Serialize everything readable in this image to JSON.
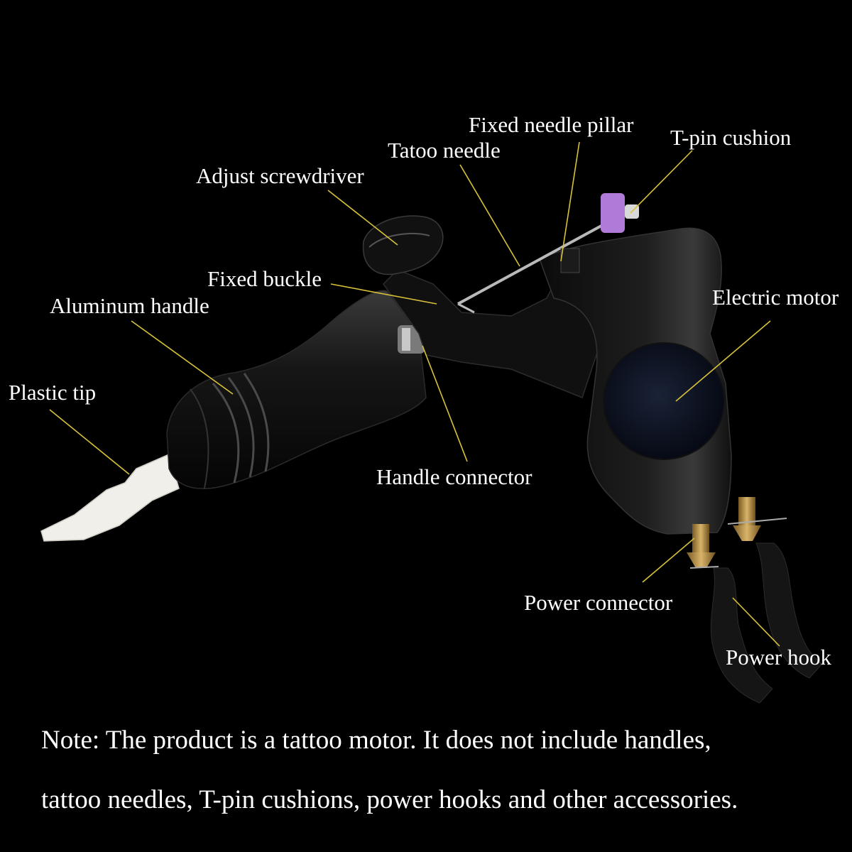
{
  "labels": {
    "fixed_needle_pillar": "Fixed needle pillar",
    "t_pin_cushion": "T-pin cushion",
    "tatoo_needle": "Tatoo needle",
    "adjust_screwdriver": "Adjust screwdriver",
    "fixed_buckle": "Fixed buckle",
    "aluminum_handle": "Aluminum handle",
    "electric_motor": "Electric motor",
    "plastic_tip": "Plastic tip",
    "handle_connector": "Handle connector",
    "power_connector": "Power connector",
    "power_hook": "Power hook"
  },
  "note": {
    "line1": "Note: The product is a tattoo motor. It does not include handles,",
    "line2": "tattoo needles, T-pin cushions, power hooks and other accessories."
  },
  "colors": {
    "background": "#000000",
    "text": "#ffffff",
    "leader_line": "#d8c23a",
    "body_black": "#141414",
    "cushion_purple": "#b07ad8",
    "tip_white": "#f1efe9",
    "brass": "#c39a4e"
  }
}
